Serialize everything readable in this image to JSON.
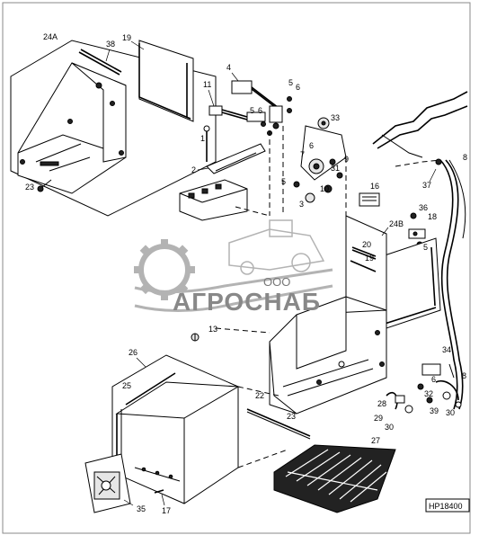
{
  "watermark": {
    "company_small": "ООО",
    "company_name": "АГРОСНАБ",
    "brand_color": "#9a9a9a"
  },
  "diagram_id": "HP18400",
  "callouts": {
    "c24a": "24A",
    "c38": "38",
    "c19a": "19",
    "c23a": "23",
    "c4": "4",
    "c5a": "5",
    "c6a": "6",
    "c11": "11",
    "c5b": "5",
    "c6b": "6",
    "c1": "1",
    "c2": "2",
    "c33": "33",
    "c6c": "6",
    "c7": "7",
    "c9": "9",
    "c31": "31",
    "c5c": "5",
    "c10": "10",
    "c3": "3",
    "c8a": "8",
    "c37": "37",
    "c16": "16",
    "c36": "36",
    "c18": "18",
    "c5d": "5",
    "c24b": "24B",
    "c20": "20",
    "c19b": "19",
    "c13": "13",
    "c26": "26",
    "c25": "25",
    "c22": "22",
    "c23b": "23",
    "c34": "34",
    "c8b": "8",
    "c6d": "6",
    "c32": "32",
    "c28": "28",
    "c29": "29",
    "c30a": "30",
    "c39": "39",
    "c30b": "30",
    "c27": "27",
    "c35": "35",
    "c17": "17"
  }
}
